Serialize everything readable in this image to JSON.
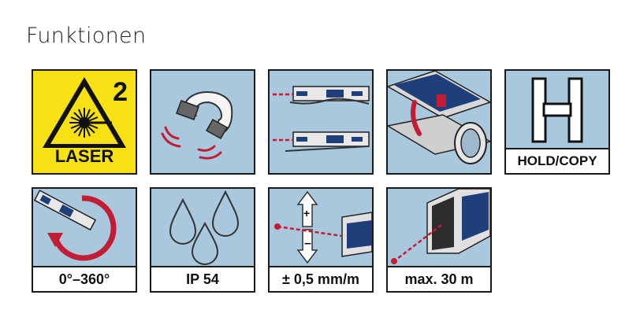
{
  "heading": "Funktionen",
  "colors": {
    "tile_background": "#a9c7dd",
    "laser_yellow": "#f7e014",
    "laser_red": "#d0213a",
    "device_blue": "#1f3f7a",
    "border": "#1a1a1a"
  },
  "tiles": [
    {
      "icon": "laser-warning-icon",
      "label": "LASER",
      "laser_class": "2"
    },
    {
      "icon": "magnet-icon"
    },
    {
      "icon": "level-on-surface-icon"
    },
    {
      "icon": "level-on-pipe-icon"
    },
    {
      "icon": "hold-icon",
      "letter": "H",
      "label": "HOLD/COPY"
    },
    {
      "icon": "rotation-icon",
      "label": "0°–360°"
    },
    {
      "icon": "water-drops-icon",
      "label": "IP 54"
    },
    {
      "icon": "accuracy-icon",
      "label": "± 0,5 mm/m"
    },
    {
      "icon": "laser-range-icon",
      "label": "max. 30 m"
    }
  ]
}
